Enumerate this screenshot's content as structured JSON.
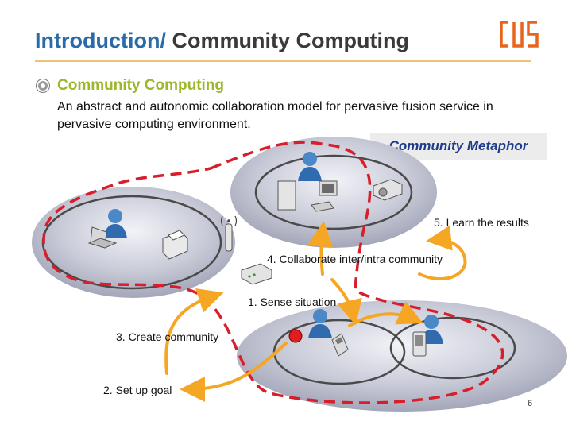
{
  "header": {
    "title_part1": "Introduction/",
    "title_part2": " Community Computing",
    "logo_text": "CUS"
  },
  "content": {
    "heading": "Community Computing",
    "description": "An abstract and autonomic collaboration model for pervasive fusion service in pervasive computing environment."
  },
  "metaphor_label": "Community Metaphor",
  "steps": {
    "learn": "5. Learn the results",
    "collaborate": "4. Collaborate inter/intra community",
    "sense": "1. Sense situation",
    "create": "3. Create community",
    "goal": "2. Set up goal"
  },
  "icons": [
    "person-icon",
    "laptop-icon",
    "printer-icon",
    "desktop-pc-icon",
    "projector-icon",
    "wifi-antenna-icon",
    "router-icon",
    "mobile-phone-icon",
    "pda-icon"
  ],
  "colors": {
    "title_blue": "#2a6aa8",
    "heading_green": "#9ab82a",
    "metaphor_blue": "#1d3c8a",
    "arrow_orange": "#f5a623",
    "dashed_red": "#d81e2a",
    "logo_orange": "#e8631c"
  },
  "page_number": "6"
}
